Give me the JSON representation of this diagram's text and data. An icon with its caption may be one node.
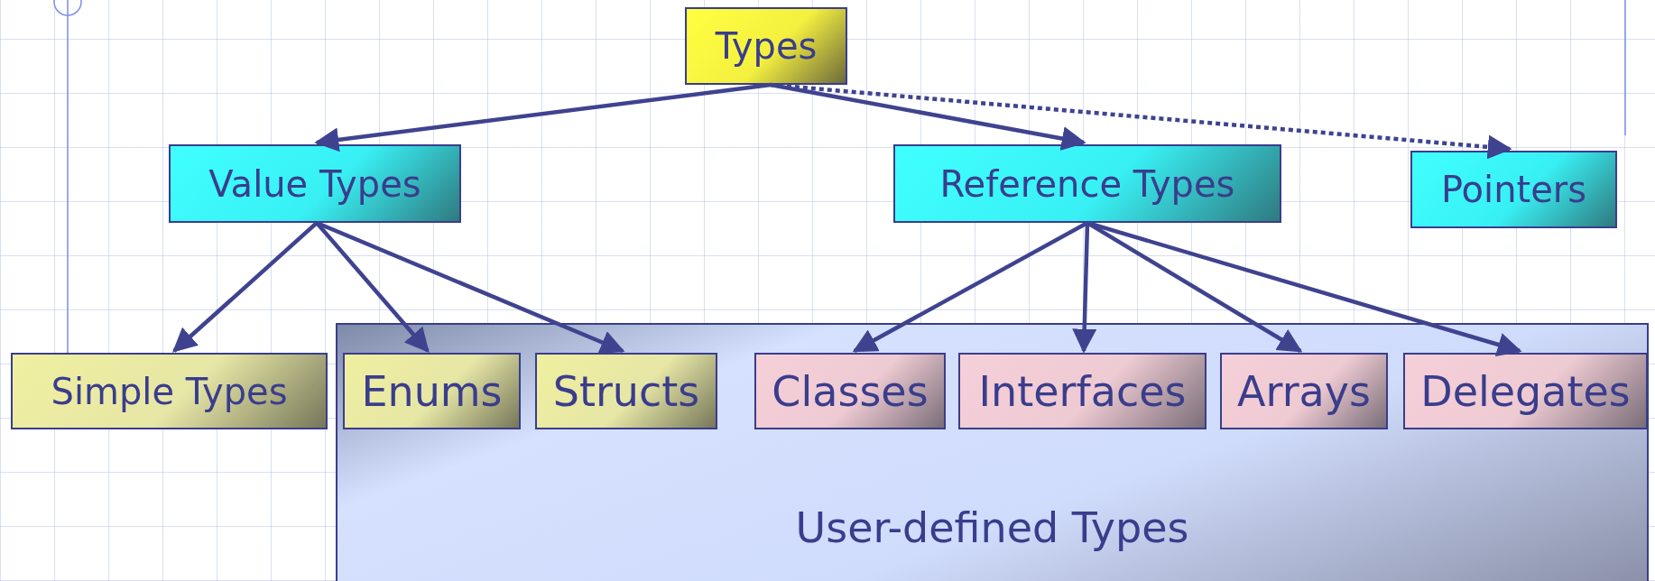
{
  "diagram": {
    "nodes": [
      {
        "text": [
          "Types"
        ]
      },
      {
        "text": [
          "Value Types"
        ]
      },
      {
        "text": [
          "Reference Types"
        ]
      },
      {
        "text": [
          "Pointers"
        ]
      },
      {
        "text": [
          "Simple Types"
        ]
      },
      {
        "text": [
          "User-defined Types"
        ]
      },
      {
        "text": [
          "Enums"
        ],
        "in": 5
      },
      {
        "text": [
          "Structs"
        ],
        "in": 5
      },
      {
        "text": [
          "Classes"
        ],
        "in": 5
      },
      {
        "text": [
          "Interfaces"
        ],
        "in": 5
      },
      {
        "text": [
          "Arrays"
        ],
        "in": 5
      },
      {
        "text": [
          "Delegates"
        ],
        "in": 5
      }
    ],
    "edges": [
      {
        "from": 0,
        "to": 1,
        "arrow": "to"
      },
      {
        "from": 0,
        "to": 2,
        "arrow": "to"
      },
      {
        "from": 0,
        "to": 3,
        "arrow": "to",
        "style": "dashed"
      },
      {
        "from": 1,
        "to": 4,
        "arrow": "to"
      },
      {
        "from": 1,
        "to": 6,
        "arrow": "to"
      },
      {
        "from": 1,
        "to": 7,
        "arrow": "to"
      },
      {
        "from": 2,
        "to": 8,
        "arrow": "to"
      },
      {
        "from": 2,
        "to": 9,
        "arrow": "to"
      },
      {
        "from": 2,
        "to": 10,
        "arrow": "to"
      },
      {
        "from": 2,
        "to": 11,
        "arrow": "to"
      }
    ]
  }
}
